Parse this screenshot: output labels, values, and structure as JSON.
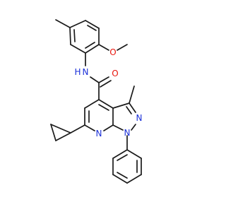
{
  "molecule": {
    "atoms": {
      "carbonyl_o": {
        "text": "O",
        "color": "#e8150c"
      },
      "methoxy_o": {
        "text": "O",
        "color": "#e8150c"
      },
      "amide_n": {
        "text": "N",
        "color": "#1a2fd8"
      },
      "amide_h": {
        "text": "H",
        "color": "#1a2fd8"
      },
      "pyrazole_n2": {
        "text": "N",
        "color": "#1a2fd8"
      },
      "pyrazole_n1": {
        "text": "N",
        "color": "#1a2fd8"
      },
      "pyridine_n": {
        "text": "N",
        "color": "#1a2fd8"
      }
    },
    "bond_color": "#1a1a1a"
  }
}
